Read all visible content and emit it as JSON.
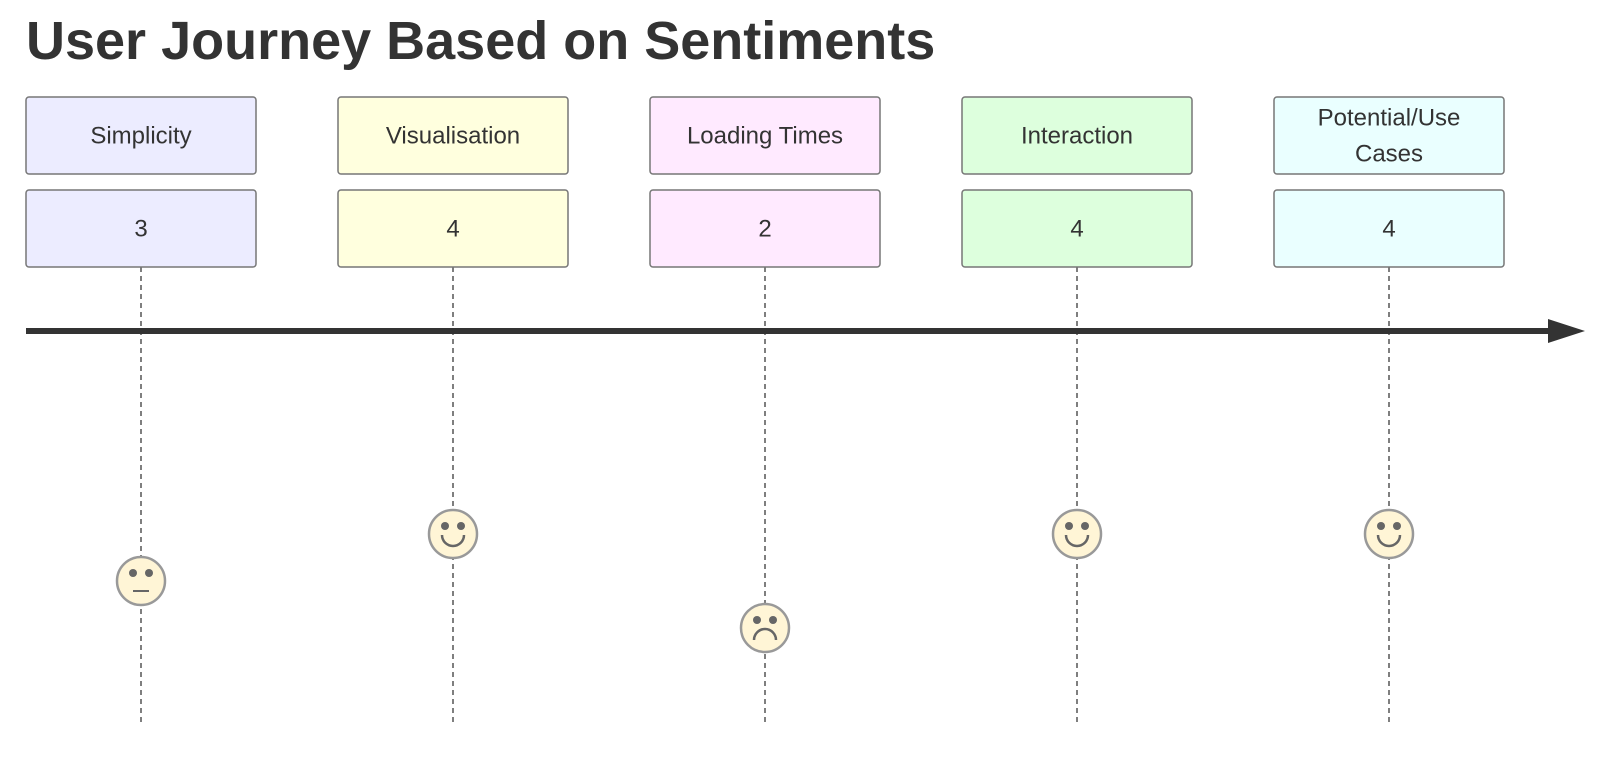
{
  "title": "User Journey Based on Sentiments",
  "colors": {
    "text": "#333333",
    "axis": "#333333",
    "box_border": "#777777",
    "face_fill": "#fff5d6",
    "face_stroke": "#999999",
    "guide_line": "#555555"
  },
  "tasks": [
    {
      "name": "Simplicity",
      "score": 3,
      "color": "#ececff"
    },
    {
      "name": "Visualisation",
      "score": 4,
      "color": "#ffffde"
    },
    {
      "name": "Loading Times",
      "score": 2,
      "color": "#ffeaff"
    },
    {
      "name": "Interaction",
      "score": 4,
      "color": "#ddffdd"
    },
    {
      "name": "Potential/Use Cases",
      "score": 4,
      "color": "#eaffff"
    }
  ]
}
